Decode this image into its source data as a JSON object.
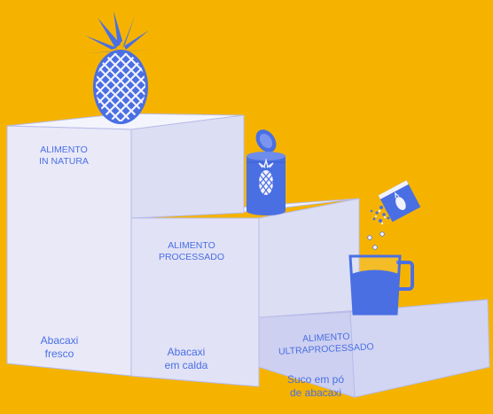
{
  "steps": [
    {
      "category_line1": "ALIMENTO",
      "category_line2": "IN NATURA",
      "product_line1": "Abacaxi",
      "product_line2": "fresco"
    },
    {
      "category_line1": "ALIMENTO",
      "category_line2": "PROCESSADO",
      "product_line1": "Abacaxi",
      "product_line2": "em calda"
    },
    {
      "category_line1": "ALIMENTO",
      "category_line2": "ULTRAPROCESSADO",
      "product_line1": "Suco em pó",
      "product_line2": "de abacaxi"
    }
  ],
  "colors": {
    "background": "#F5B300",
    "accent": "#4A6FE3",
    "front_1": "#E9E9F8",
    "front_2": "#E1E2F6",
    "front_3": "#CDD0F0",
    "top": "#F2F2FC",
    "side": "#D9DBF3"
  },
  "icons": [
    "pineapple-icon",
    "pineapple-can-icon",
    "powder-sachet-icon",
    "juice-jug-icon"
  ]
}
